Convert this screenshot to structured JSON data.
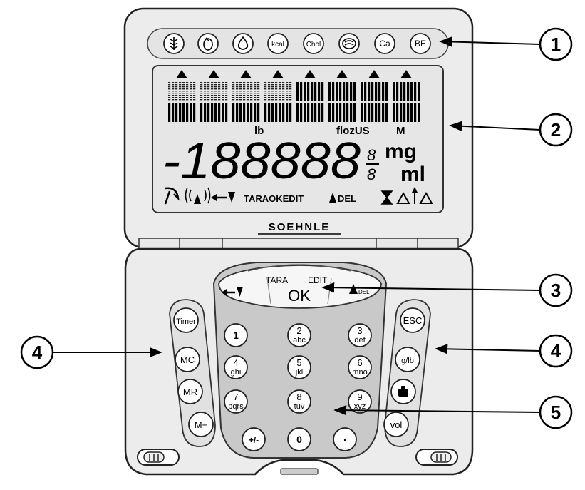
{
  "brand": "SOEHNLE",
  "nutrient_icons": [
    {
      "id": "fibre",
      "label": "",
      "icon": "wheat-icon"
    },
    {
      "id": "protein",
      "label": "",
      "icon": "egg-icon"
    },
    {
      "id": "fat",
      "label": "",
      "icon": "drop-icon"
    },
    {
      "id": "kcal",
      "label": "kcal",
      "icon": ""
    },
    {
      "id": "chol",
      "label": "Chol",
      "icon": ""
    },
    {
      "id": "carbs",
      "label": "",
      "icon": "bread-icon"
    },
    {
      "id": "ca",
      "label": "Ca",
      "icon": ""
    },
    {
      "id": "be",
      "label": "BE",
      "icon": ""
    }
  ],
  "display": {
    "digits": "-188888",
    "colon": ":",
    "fraction_top": "8",
    "fraction_bottom": "8",
    "unit_lb": "lb",
    "unit_flozus": "flozUS",
    "unit_m": "M",
    "unit_mg": "mg",
    "unit_ml": "ml",
    "tara_ok_edit": "TARAOKEDIT",
    "del": "DEL"
  },
  "keypad": {
    "ok_label": "OK",
    "tara_label": "TARA",
    "edit_label": "EDIT",
    "del_label": "DEL",
    "keys": [
      {
        "digit": "1",
        "letters": ""
      },
      {
        "digit": "2",
        "letters": "abc"
      },
      {
        "digit": "3",
        "letters": "def"
      },
      {
        "digit": "4",
        "letters": "ghi"
      },
      {
        "digit": "5",
        "letters": "jkl"
      },
      {
        "digit": "6",
        "letters": "mno"
      },
      {
        "digit": "7",
        "letters": "pqrs"
      },
      {
        "digit": "8",
        "letters": "tuv"
      },
      {
        "digit": "9",
        "letters": "xyz"
      },
      {
        "digit": "+/-",
        "letters": ""
      },
      {
        "digit": "0",
        "letters": ""
      },
      {
        "digit": ".",
        "letters": ""
      }
    ]
  },
  "left_buttons": [
    "Timer",
    "MC",
    "MR",
    "M+"
  ],
  "right_buttons": [
    "ESC",
    "g/lb",
    "",
    "vol"
  ],
  "right_icons": [
    "",
    "",
    "weight-icon",
    ""
  ],
  "callouts": [
    "1",
    "2",
    "3",
    "4",
    "4",
    "5"
  ]
}
